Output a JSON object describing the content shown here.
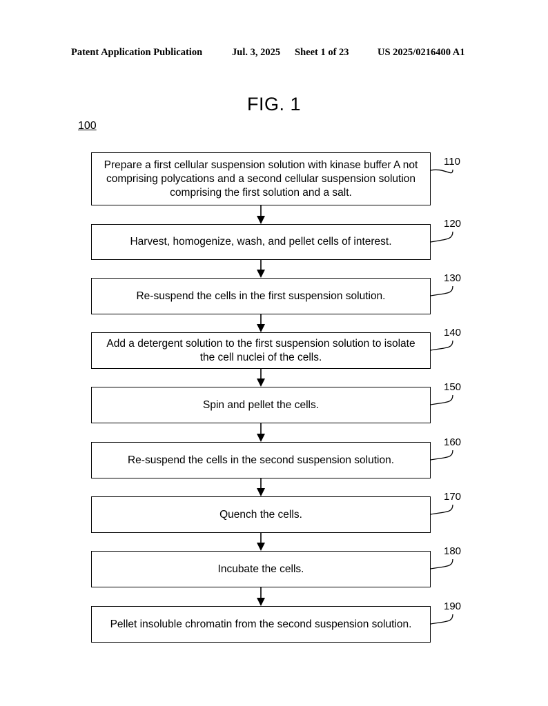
{
  "header": {
    "publication": "Patent Application Publication",
    "date": "Jul. 3, 2025",
    "sheet": "Sheet 1 of 23",
    "number": "US 2025/0216400 A1"
  },
  "figure": {
    "title": "FIG. 1",
    "ref": "100"
  },
  "steps": [
    {
      "ref": "110",
      "text": "Prepare a first cellular suspension solution with kinase buffer A not comprising polycations and a second cellular suspension solution comprising the first solution and a salt."
    },
    {
      "ref": "120",
      "text": "Harvest, homogenize, wash, and pellet cells of interest."
    },
    {
      "ref": "130",
      "text": "Re-suspend the cells in the first suspension solution."
    },
    {
      "ref": "140",
      "text": "Add a detergent solution to the first suspension solution to isolate the cell nuclei of the cells."
    },
    {
      "ref": "150",
      "text": "Spin and pellet the cells."
    },
    {
      "ref": "160",
      "text": "Re-suspend the cells in the second suspension solution."
    },
    {
      "ref": "170",
      "text": "Quench the cells."
    },
    {
      "ref": "180",
      "text": "Incubate the cells."
    },
    {
      "ref": "190",
      "text": "Pellet insoluble chromatin from the second suspension solution."
    }
  ]
}
